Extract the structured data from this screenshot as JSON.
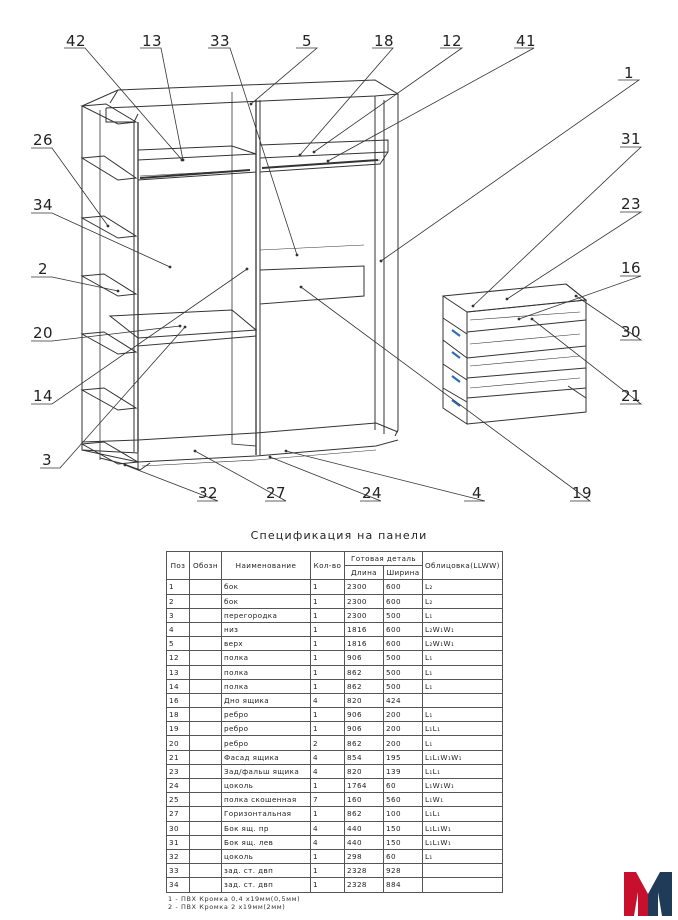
{
  "drawing": {
    "callouts": [
      "42",
      "13",
      "33",
      "5",
      "18",
      "12",
      "41",
      "1",
      "26",
      "34",
      "31",
      "23",
      "2",
      "16",
      "20",
      "30",
      "14",
      "21",
      "3",
      "32",
      "27",
      "24",
      "4",
      "19"
    ]
  },
  "spec": {
    "title": "Спецификация на панели",
    "headers": {
      "pos": "Поз",
      "code": "Обозн",
      "name": "Наименование",
      "qty": "Кол-во",
      "finished": "Готовая деталь",
      "length": "Длина",
      "width": "Ширина",
      "edging": "Облицовка(LLWW)"
    },
    "rows": [
      [
        "1",
        "",
        "бок",
        "1",
        "2300",
        "600",
        "L₂"
      ],
      [
        "2",
        "",
        "бок",
        "1",
        "2300",
        "600",
        "L₂"
      ],
      [
        "3",
        "",
        "перегородка",
        "1",
        "2300",
        "500",
        "L₁"
      ],
      [
        "4",
        "",
        "низ",
        "1",
        "1816",
        "600",
        "L₂W₁W₁"
      ],
      [
        "5",
        "",
        "верх",
        "1",
        "1816",
        "600",
        "L₂W₁W₁"
      ],
      [
        "12",
        "",
        "полка",
        "1",
        "906",
        "500",
        "L₁"
      ],
      [
        "13",
        "",
        "полка",
        "1",
        "862",
        "500",
        "L₁"
      ],
      [
        "14",
        "",
        "полка",
        "1",
        "862",
        "500",
        "L₁"
      ],
      [
        "16",
        "",
        "Дно ящика",
        "4",
        "820",
        "424",
        ""
      ],
      [
        "18",
        "",
        "ребро",
        "1",
        "906",
        "200",
        "L₁"
      ],
      [
        "19",
        "",
        "ребро",
        "1",
        "906",
        "200",
        "L₁L₁"
      ],
      [
        "20",
        "",
        "ребро",
        "2",
        "862",
        "200",
        "L₁"
      ],
      [
        "21",
        "",
        "Фасад ящика",
        "4",
        "854",
        "195",
        "L₁L₁W₁W₁"
      ],
      [
        "23",
        "",
        "Зад/фальш ящика",
        "4",
        "820",
        "139",
        "L₁L₁"
      ],
      [
        "24",
        "",
        "цоколь",
        "1",
        "1764",
        "60",
        "L₁W₁W₁"
      ],
      [
        "25",
        "",
        "полка скошенная",
        "7",
        "160",
        "560",
        "L₁W₁"
      ],
      [
        "27",
        "",
        "Горизонтальная",
        "1",
        "862",
        "100",
        "L₁L₁"
      ],
      [
        "30",
        "",
        "Бок ящ. пр",
        "4",
        "440",
        "150",
        "L₁L₁W₁"
      ],
      [
        "31",
        "",
        "Бок ящ. лев",
        "4",
        "440",
        "150",
        "L₁L₁W₁"
      ],
      [
        "32",
        "",
        "цоколь",
        "1",
        "298",
        "60",
        "L₁"
      ],
      [
        "33",
        "",
        "зад. ст. двп",
        "1",
        "2328",
        "928",
        ""
      ],
      [
        "34",
        "",
        "зад. ст. двп",
        "1",
        "2328",
        "884",
        ""
      ]
    ],
    "notes": [
      "1 - ПВХ Кромка 0,4 х19мм(0,5мм)",
      "2 - ПВХ Кромка 2 х19мм(2мм)"
    ]
  },
  "colors": {
    "line": "#333333",
    "logo_red": "#c8102e",
    "logo_dark": "#1f3b57",
    "drawer_accent": "#2d6fb3"
  }
}
